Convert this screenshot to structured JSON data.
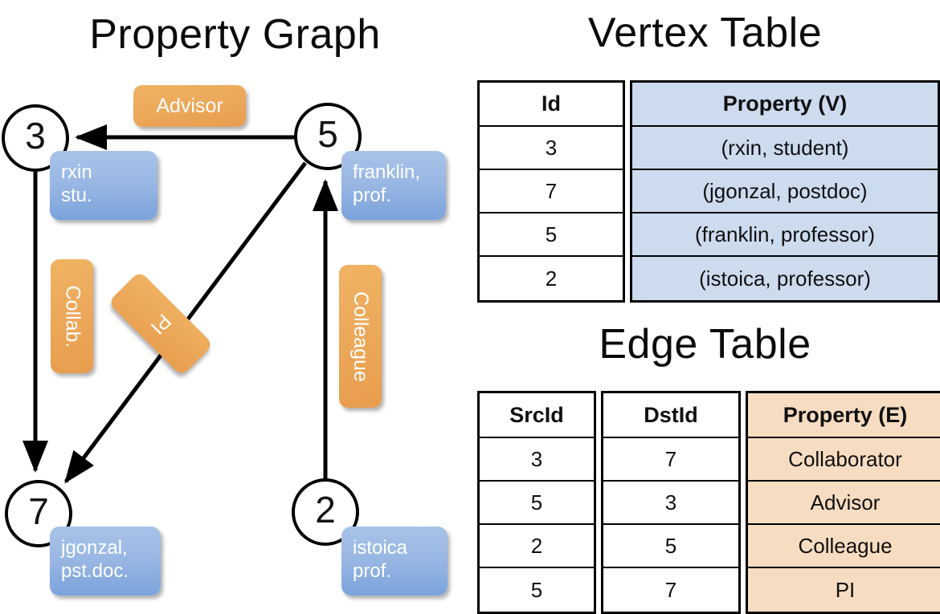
{
  "titles": {
    "property_graph": "Property Graph",
    "vertex_table": "Vertex Table",
    "edge_table": "Edge Table"
  },
  "graph": {
    "nodes": [
      {
        "id": "3",
        "property_label": "rxin\nstu.",
        "line1": "rxin",
        "line2": "stu."
      },
      {
        "id": "5",
        "property_label": "franklin,\nprof.",
        "line1": "franklin,",
        "line2": "prof."
      },
      {
        "id": "7",
        "property_label": "jgonzal,\npst.doc.",
        "line1": "jgonzal,",
        "line2": "pst.doc."
      },
      {
        "id": "2",
        "property_label": "istoica\nprof.",
        "line1": "istoica",
        "line2": "prof."
      }
    ],
    "edge_labels": [
      {
        "name": "advisor",
        "text": "Advisor",
        "orientation": "horizontal"
      },
      {
        "name": "collab",
        "text": "Collab.",
        "orientation": "vertical"
      },
      {
        "name": "pi",
        "text": "PI",
        "orientation": "diagonal"
      },
      {
        "name": "colleague",
        "text": "Colleague",
        "orientation": "vertical"
      }
    ]
  },
  "vertex_table": {
    "headers": [
      "Id",
      "Property (V)"
    ],
    "rows": [
      {
        "id": "3",
        "property": "(rxin, student)"
      },
      {
        "id": "7",
        "property": "(jgonzal, postdoc)"
      },
      {
        "id": "5",
        "property": "(franklin, professor)"
      },
      {
        "id": "2",
        "property": "(istoica, professor)"
      }
    ]
  },
  "edge_table": {
    "headers": [
      "SrcId",
      "DstId",
      "Property (E)"
    ],
    "rows": [
      {
        "src": "3",
        "dst": "7",
        "property": "Collaborator"
      },
      {
        "src": "5",
        "dst": "3",
        "property": "Advisor"
      },
      {
        "src": "2",
        "dst": "5",
        "property": "Colleague"
      },
      {
        "src": "5",
        "dst": "7",
        "property": "PI"
      }
    ]
  },
  "colors": {
    "vertex_property_fill": "#cddbee",
    "edge_property_fill": "#f6dcc1",
    "vertex_callout": "#8fb2e2",
    "edge_callout": "#eda957",
    "border": "#000000",
    "background": "#ffffff"
  }
}
